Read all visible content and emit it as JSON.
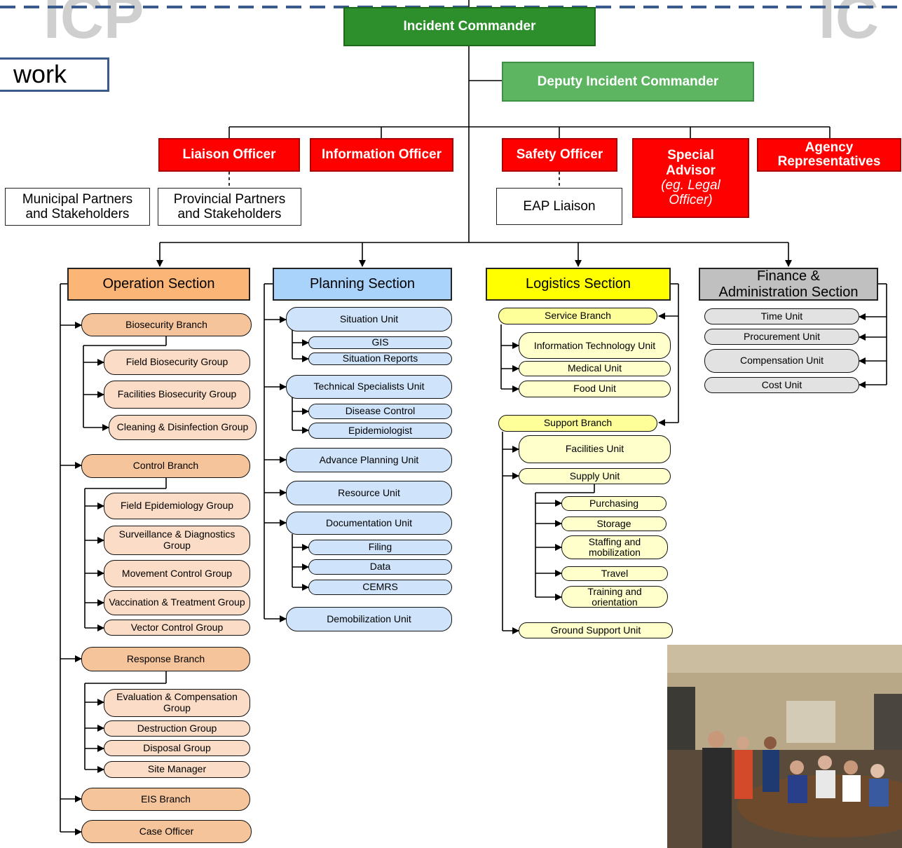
{
  "watermark": {
    "left": "ICP",
    "right": "IC"
  },
  "label_work": "work",
  "command": {
    "incident_commander": "Incident Commander",
    "deputy": "Deputy Incident Commander",
    "liaison": "Liaison Officer",
    "information": "Information Officer",
    "safety": "Safety Officer",
    "special_line1": "Special",
    "special_line2": "Advisor",
    "special_line3": "(eg. Legal",
    "special_line4": "Officer)",
    "agency_line1": "Agency",
    "agency_line2": "Representatives",
    "municipal_line1": "Municipal Partners",
    "municipal_line2": "and Stakeholders",
    "provincial_line1": "Provincial Partners",
    "provincial_line2": "and Stakeholders",
    "eap": "EAP Liaison"
  },
  "sections": {
    "operation": "Operation Section",
    "planning": "Planning Section",
    "logistics": "Logistics Section",
    "finance_line1": "Finance &",
    "finance_line2": "Administration Section"
  },
  "operation": {
    "biosecurity": "Biosecurity Branch",
    "field_bio": "Field Biosecurity Group",
    "facilities_bio": "Facilities Biosecurity Group",
    "cleaning": "Cleaning & Disinfection Group",
    "control": "Control Branch",
    "field_epi": "Field Epidemiology Group",
    "surveillance": "Surveillance & Diagnostics Group",
    "movement": "Movement Control Group",
    "vaccination": "Vaccination & Treatment Group",
    "vector": "Vector Control Group",
    "response": "Response Branch",
    "evaluation": "Evaluation & Compensation Group",
    "destruction": "Destruction Group",
    "disposal": "Disposal Group",
    "site": "Site Manager",
    "eis": "EIS Branch",
    "case": "Case Officer"
  },
  "planning": {
    "situation": "Situation Unit",
    "gis": "GIS",
    "sitrep": "Situation Reports",
    "technical": "Technical Specialists Unit",
    "disease": "Disease  Control",
    "epidemiologist": "Epidemiologist",
    "advance": "Advance Planning Unit",
    "resource": "Resource Unit",
    "documentation": "Documentation Unit",
    "filing": "Filing",
    "data": "Data",
    "cemrs": "CEMRS",
    "demob": "Demobilization Unit"
  },
  "logistics": {
    "service": "Service Branch",
    "it": "Information Technology Unit",
    "medical": "Medical Unit",
    "food": "Food Unit",
    "support": "Support Branch",
    "facilities": "Facilities Unit",
    "supply": "Supply Unit",
    "purchasing": "Purchasing",
    "storage": "Storage",
    "staffing": "Staffing and mobilization",
    "travel": "Travel",
    "training": "Training and orientation",
    "ground": "Ground Support Unit"
  },
  "finance": {
    "time": "Time Unit",
    "procurement": "Procurement Unit",
    "compensation": "Compensation Unit",
    "cost": "Cost Unit"
  },
  "colors": {
    "command_green": "#2c8f2c",
    "deputy_green": "#5db562",
    "officer_red": "#ff0000",
    "operation_orange": "#fbb677",
    "planning_blue": "#a9d3fb",
    "logistics_yellow": "#ffff00",
    "finance_gray": "#c0c0c0"
  }
}
